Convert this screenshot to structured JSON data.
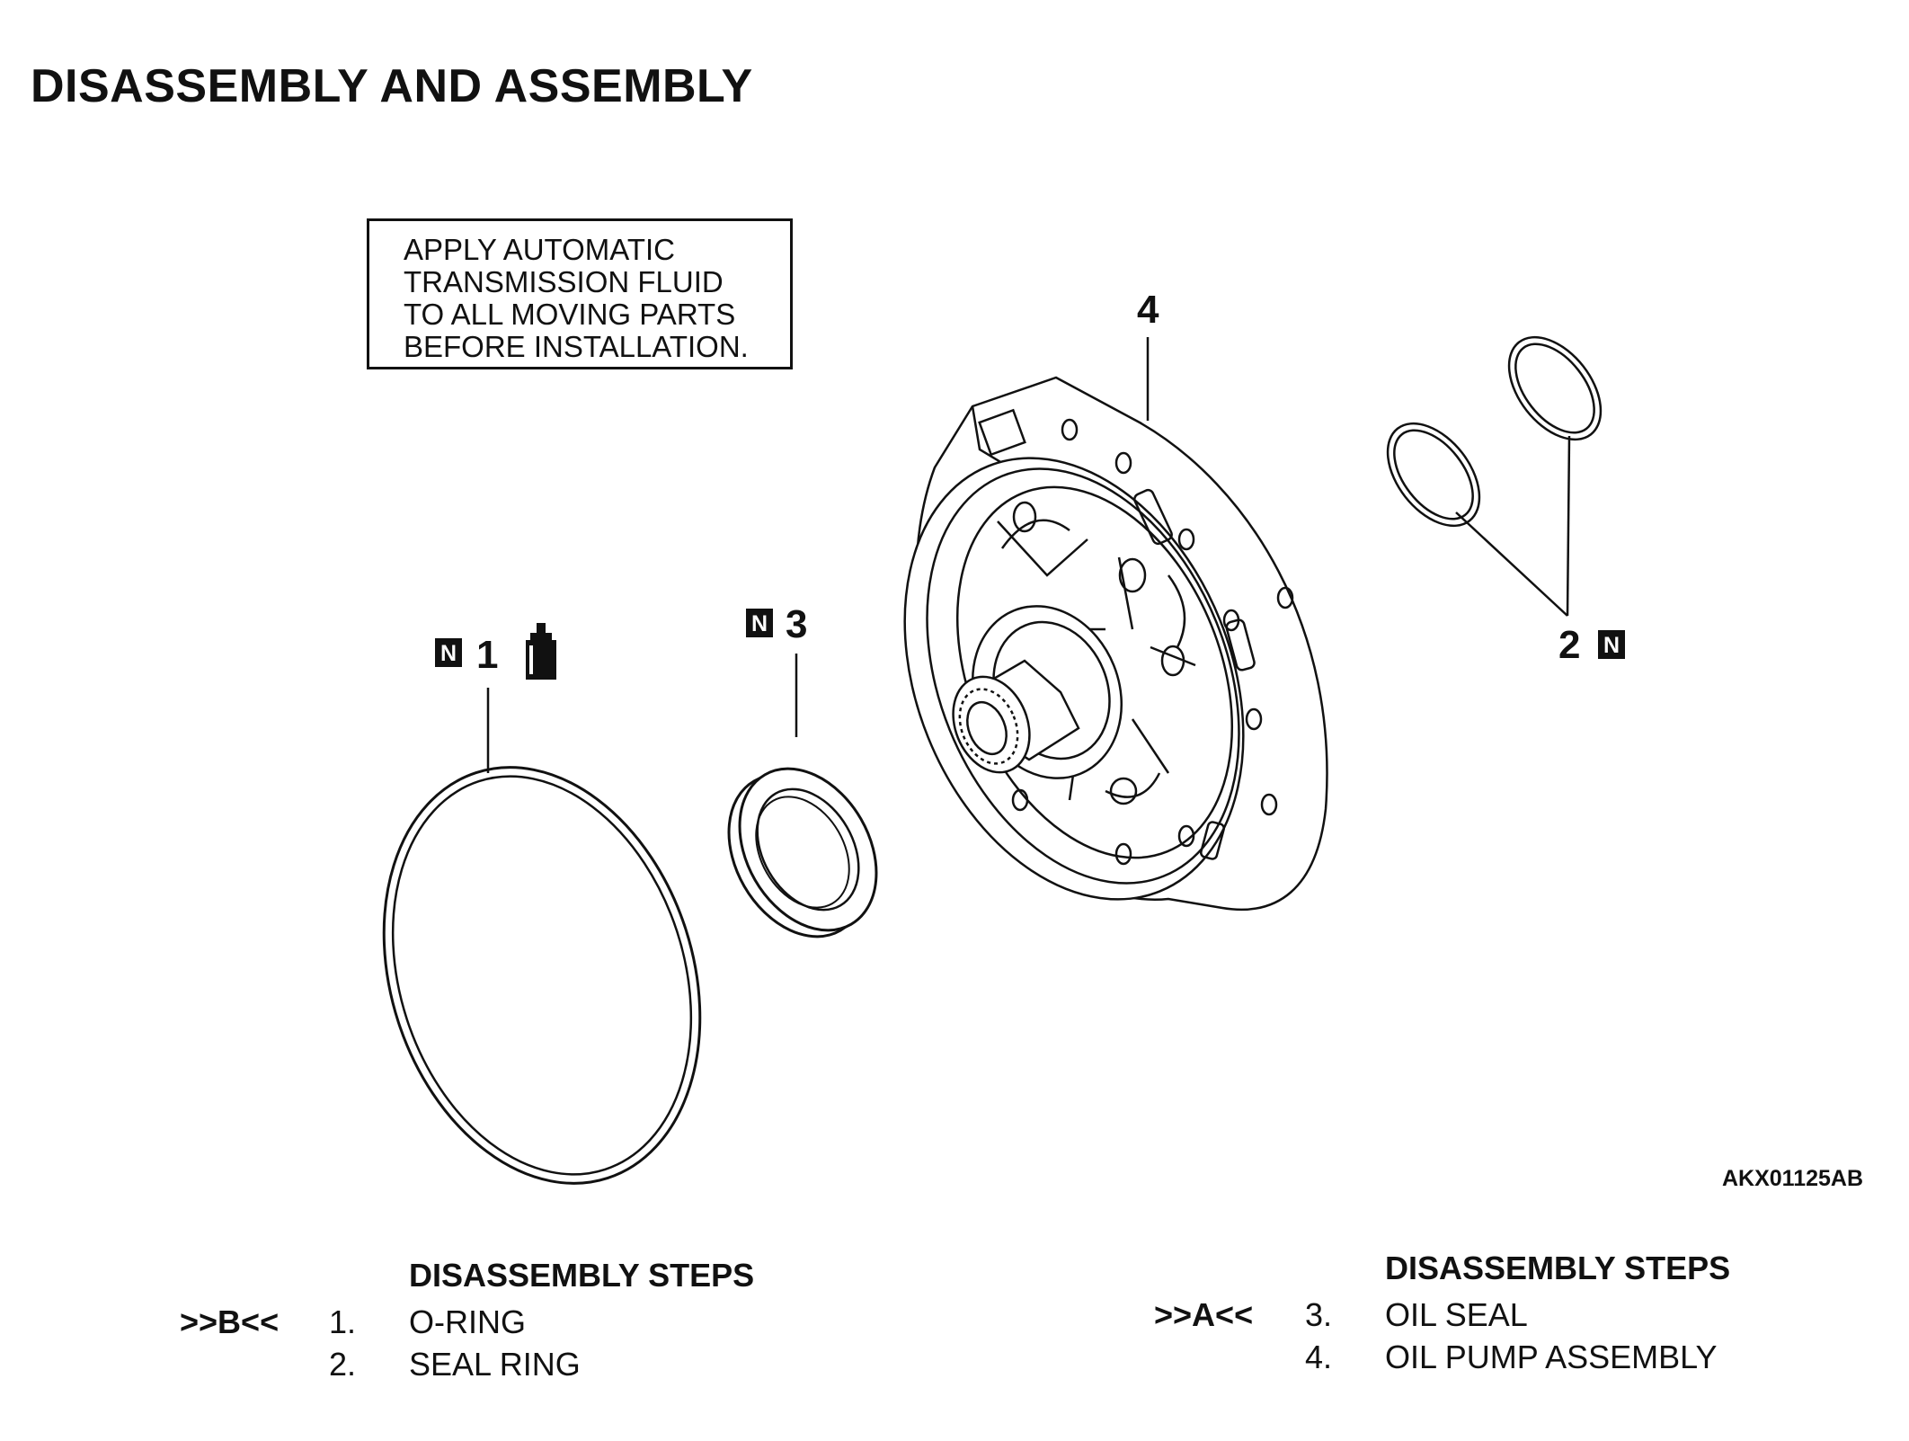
{
  "title": "DISASSEMBLY AND ASSEMBLY",
  "note": {
    "lines": [
      "APPLY AUTOMATIC",
      "TRANSMISSION FLUID",
      "TO ALL MOVING PARTS",
      "BEFORE INSTALLATION."
    ]
  },
  "callouts": {
    "part1": "1",
    "part2": "2",
    "part3": "3",
    "part4": "4",
    "new_mark": "N"
  },
  "figure_id": "AKX01125AB",
  "steps_left": {
    "header": "DISASSEMBLY STEPS",
    "ref": ">>B<<",
    "items": [
      {
        "num": "1.",
        "name": "O-RING"
      },
      {
        "num": "2.",
        "name": "SEAL RING"
      }
    ]
  },
  "steps_right": {
    "header": "DISASSEMBLY STEPS",
    "ref": ">>A<<",
    "items": [
      {
        "num": "3.",
        "name": "OIL SEAL"
      },
      {
        "num": "4.",
        "name": "OIL PUMP ASSEMBLY"
      }
    ]
  }
}
